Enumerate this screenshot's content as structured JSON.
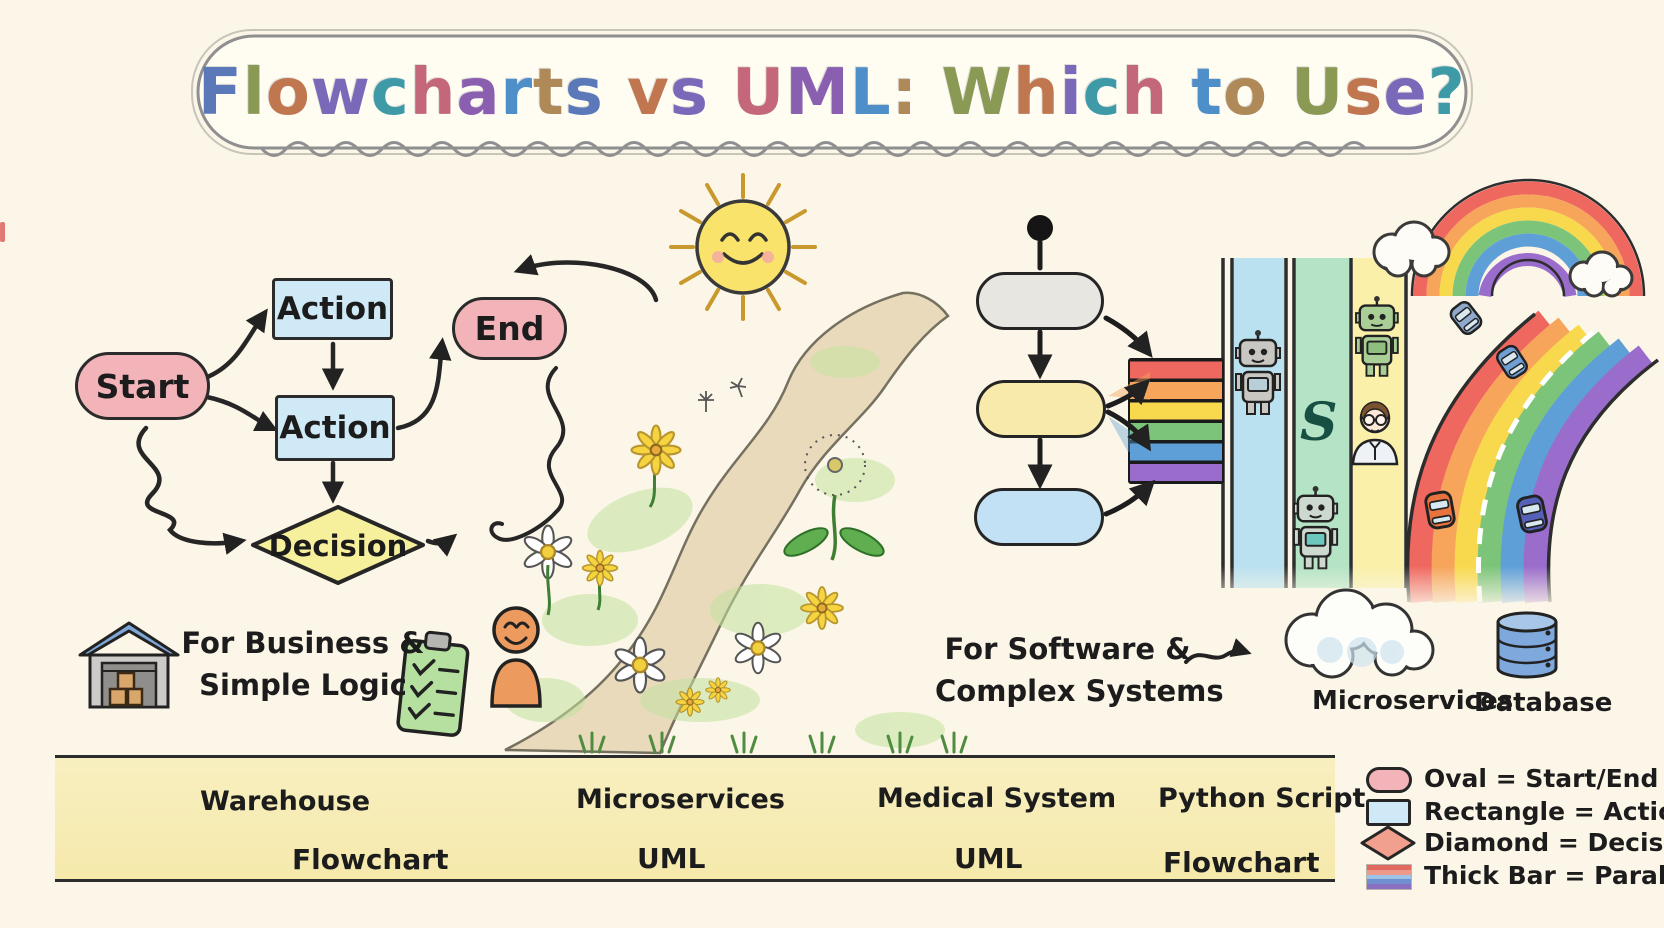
{
  "title": {
    "text": "Flowcharts vs UML: Which to Use?",
    "letter_palette": [
      "#5b79b8",
      "#8a9a55",
      "#c0764f",
      "#7a68b8",
      "#3f9aa8",
      "#c4677a",
      "#8a5fb0",
      "#4f8fc9",
      "#b08959"
    ]
  },
  "flowchart": {
    "start": "Start",
    "action_top": "Action",
    "action_mid": "Action",
    "end": "End",
    "decision": "Decision"
  },
  "captions": {
    "business_line1": "For Business &",
    "business_line2": "Simple Logic",
    "software_line1": "For Software &",
    "software_line2": "Complex Systems"
  },
  "uml_side": {
    "cloud_label": "Microservices",
    "database_label": "Database",
    "sync_glyph": "S"
  },
  "examples": [
    {
      "icon": "cardboard-box-icon",
      "name": "Warehouse",
      "recommendation": "Flowchart",
      "star_color": "#f6d93f"
    },
    {
      "icon": "cloud-icon",
      "name": "Microservices",
      "recommendation": "UML",
      "star_color": "#a66bc9"
    },
    {
      "icon": "shield-check-icon",
      "name": "Medical System",
      "recommendation": "UML",
      "star_color": "#a66bc9"
    },
    {
      "icon": "document-icon",
      "name": "Python Script",
      "recommendation": "Flowchart",
      "star_color": "#f6d93f"
    }
  ],
  "legend": {
    "items": [
      {
        "swatch": "oval",
        "label": "Oval = Start/End"
      },
      {
        "swatch": "rectangle",
        "label": "Rectangle = Action"
      },
      {
        "swatch": "diamond",
        "label": "Diamond = Decision"
      },
      {
        "swatch": "thick-bar",
        "label": "Thick Bar = Parallel"
      }
    ]
  },
  "colors": {
    "background": "#fbf6e7",
    "band_background": "#f8edbd",
    "oval_fill": "#f2b4b9",
    "rect_fill": "#cfe9f6",
    "diamond_fill": "#f6ef9c",
    "uml_gray": "#e8e6e1",
    "uml_yellow": "#f8eaaa",
    "uml_blue": "#c2e1f4",
    "lane_blue": "#aadcf2",
    "lane_green": "#a2e0bd",
    "lane_yellow": "#f9ef9e",
    "rainbow": [
      "#ef6860",
      "#f6a55b",
      "#f8d94e",
      "#7cc47a",
      "#5e9fd8",
      "#9a6ccc"
    ]
  }
}
